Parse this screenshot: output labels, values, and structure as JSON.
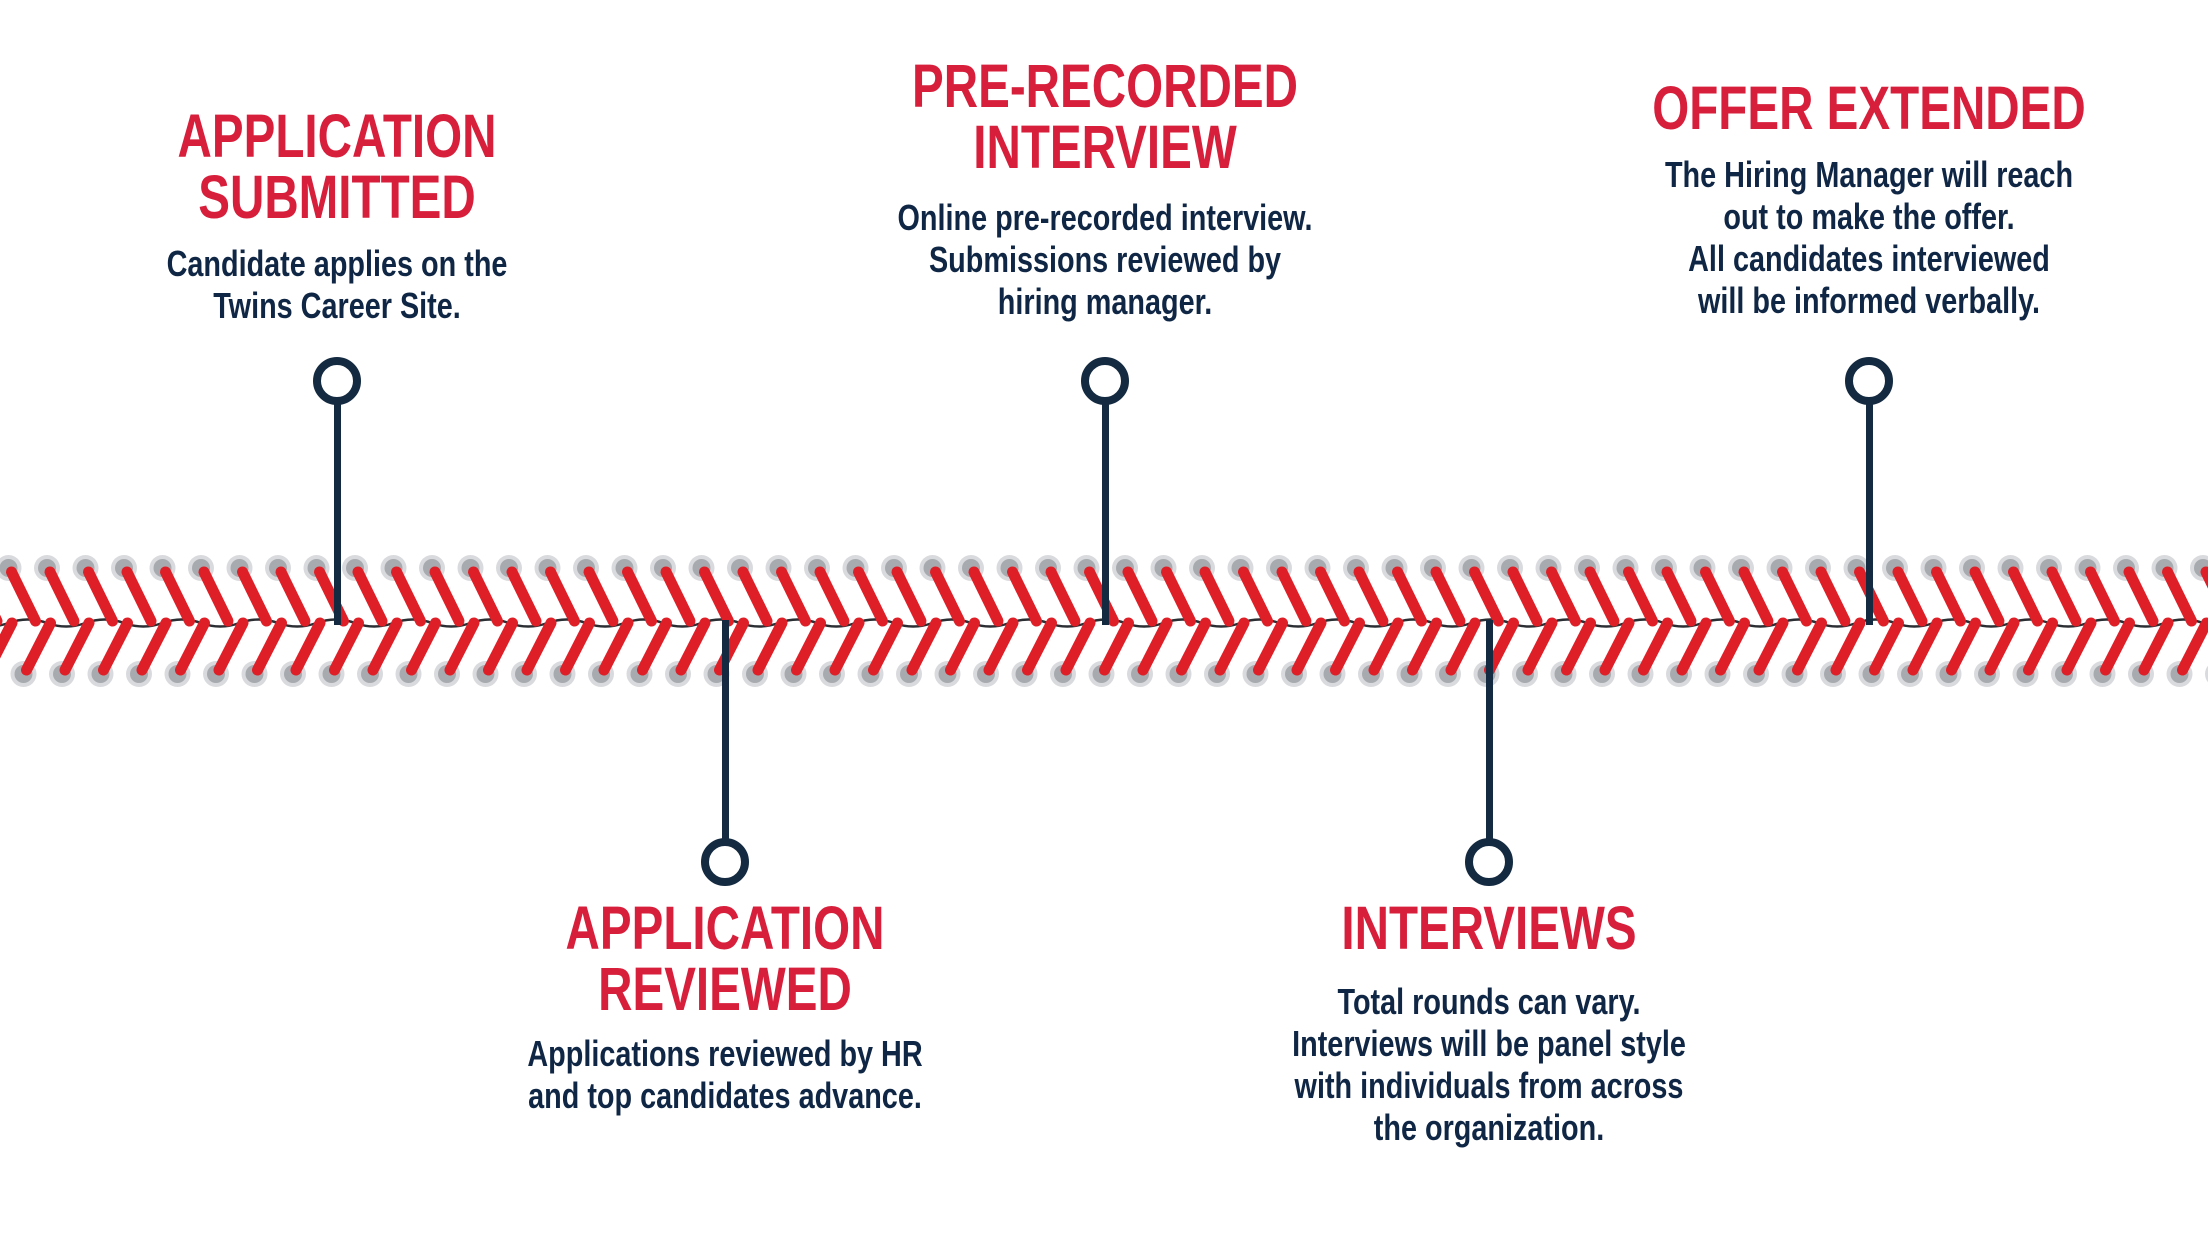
{
  "palette": {
    "title_red": "#D71F3C",
    "stitch_red": "#DF1F27",
    "navy_text": "#0F2644",
    "connector_navy": "#142A40",
    "seam": "#2B2E33",
    "dot_gray": "#A7AAAE",
    "dot_halo": "#CFD1D4"
  },
  "timeline": {
    "milestones": [
      {
        "id": "application-submitted",
        "side": "top",
        "title": [
          "APPLICATION",
          "SUBMITTED"
        ],
        "description": [
          "Candidate applies on the",
          "Twins Career Site."
        ]
      },
      {
        "id": "application-reviewed",
        "side": "bottom",
        "title": [
          "APPLICATION",
          "REVIEWED"
        ],
        "description": [
          "Applications reviewed by HR",
          "and top candidates advance."
        ]
      },
      {
        "id": "pre-recorded-interview",
        "side": "top",
        "title": [
          "PRE-RECORDED",
          "INTERVIEW"
        ],
        "description": [
          "Online pre-recorded interview.",
          "Submissions reviewed by",
          "hiring manager."
        ]
      },
      {
        "id": "interviews",
        "side": "bottom",
        "title": [
          "INTERVIEWS"
        ],
        "description": [
          "Total rounds can vary.",
          "Interviews will be panel style",
          "with individuals from across",
          "the organization."
        ]
      },
      {
        "id": "offer-extended",
        "side": "top",
        "title": [
          "OFFER EXTENDED"
        ],
        "description": [
          "The Hiring Manager will reach",
          "out to make the offer.",
          "All candidates interviewed",
          "will be informed verbally."
        ]
      }
    ]
  }
}
